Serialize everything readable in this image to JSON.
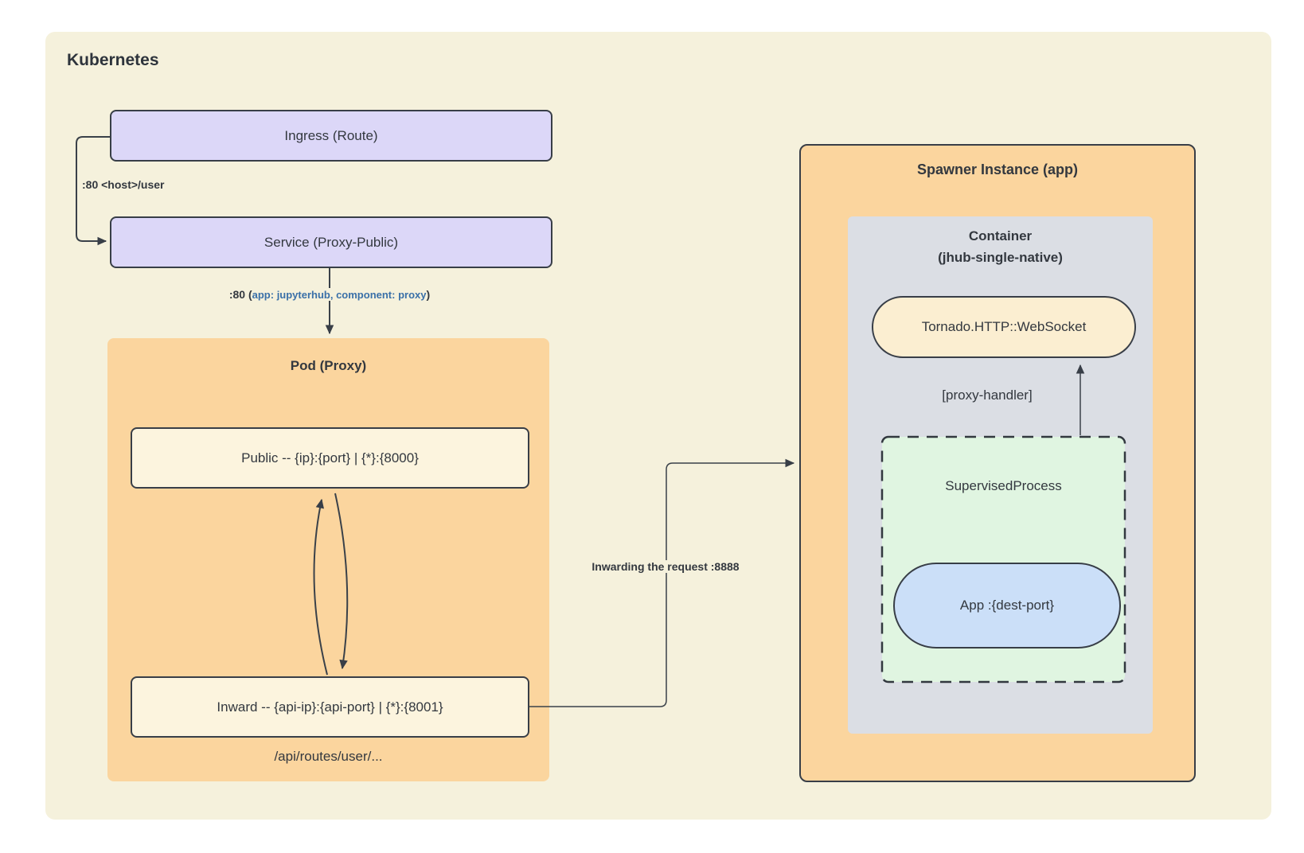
{
  "diagram": {
    "title": "Kubernetes",
    "nodes": {
      "ingress": "Ingress (Route)",
      "service": "Service (Proxy-Public)",
      "pod_title": "Pod (Proxy)",
      "public_endpoint": "Public -- {ip}:{port} | {*}:{8000}",
      "inward_endpoint": "Inward -- {api-ip}:{api-port} | {*}:{8001}",
      "api_routes": "/api/routes/user/...",
      "spawner_title": "Spawner Instance (app)",
      "container_line1": "Container",
      "container_line2": "(jhub-single-native)",
      "tornado": "Tornado.HTTP::WebSocket",
      "proxy_handler": "[proxy-handler]",
      "supervised_process": "SupervisedProcess",
      "app_pill": "App :{dest-port}"
    },
    "edges": {
      "ingress_to_service": ":80 <host>/user",
      "service_to_pod_prefix": ":80 (",
      "service_to_pod_selector": "app: jupyterhub, component: proxy",
      "service_to_pod_suffix": ")",
      "inward_to_spawner": "Inwarding the request :8888"
    },
    "colors": {
      "canvas": "#F5F1DC",
      "lavender_fill": "#DCD7F8",
      "orange_fill": "#FBD59E",
      "cream_fill": "#FCF4DE",
      "peach_fill": "#FBEED1",
      "gray_fill": "#DBDEE4",
      "green_fill": "#E0F5E1",
      "blue_fill": "#CBDFF8",
      "stroke": "#383E47",
      "text": "#33383F",
      "selector_text": "#3A70A8"
    }
  }
}
